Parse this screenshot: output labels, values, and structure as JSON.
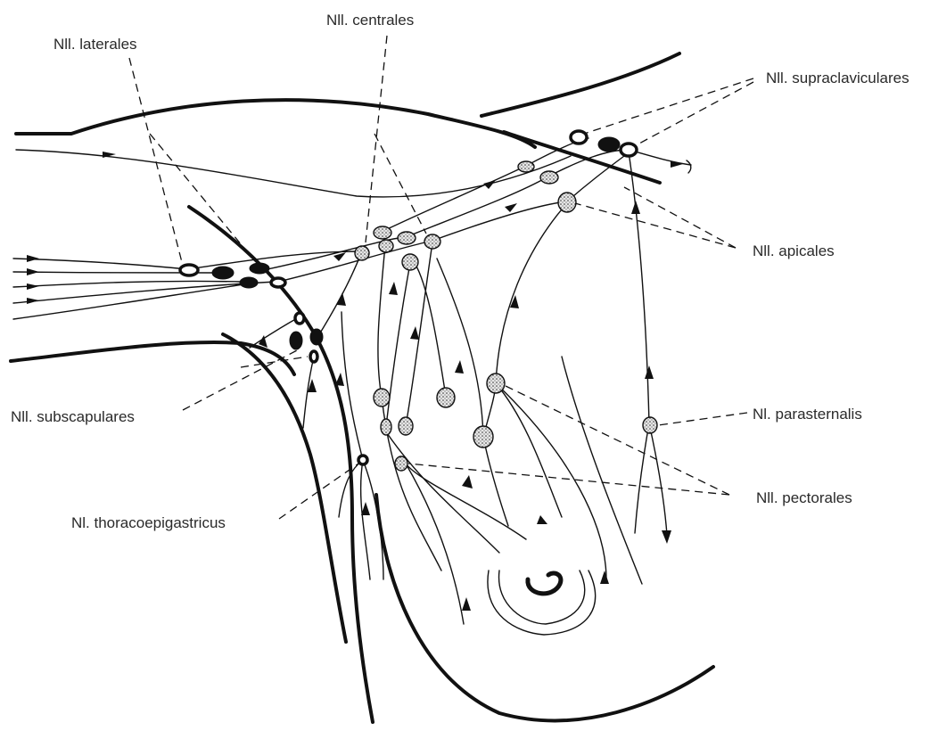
{
  "labels": {
    "laterales": "Nll. laterales",
    "centrales": "Nll. centrales",
    "supraclaviculares": "Nll. supraclaviculares",
    "apicales": "Nll. apicales",
    "subscapulares": "Nll. subscapulares",
    "parasternalis": "Nl. parasternalis",
    "pectorales": "Nll. pectorales",
    "thoracoepigastricus": "Nl. thoracoepigastricus"
  }
}
